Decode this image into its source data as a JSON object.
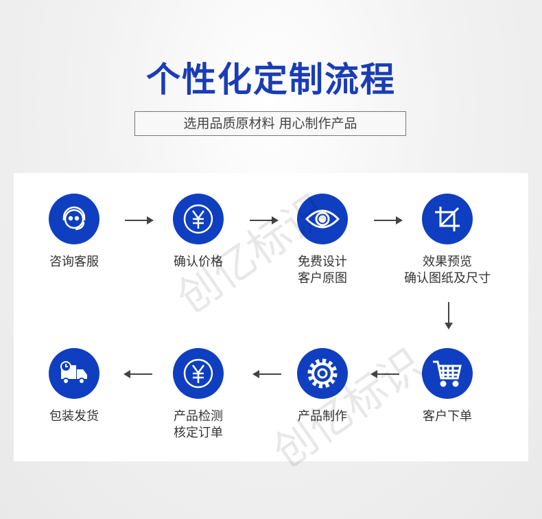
{
  "title": "个性化定制流程",
  "subtitle": "选用品质原材料 用心制作产品",
  "watermark": "创亿标识",
  "accent": "#0f3fc0",
  "steps": [
    {
      "icon": "headset-icon",
      "line1": "咨询客服",
      "line2": ""
    },
    {
      "icon": "yen-icon",
      "line1": "确认价格",
      "line2": ""
    },
    {
      "icon": "eye-icon",
      "line1": "免费设计",
      "line2": "客户原图"
    },
    {
      "icon": "crop-icon",
      "line1": "效果预览",
      "line2": "确认图纸及尺寸"
    },
    {
      "icon": "cart-icon",
      "line1": "客户下单",
      "line2": ""
    },
    {
      "icon": "gear-icon",
      "line1": "产品制作",
      "line2": ""
    },
    {
      "icon": "yen-icon",
      "line1": "产品检测",
      "line2": "核定订单"
    },
    {
      "icon": "truck-icon",
      "line1": "包装发货",
      "line2": ""
    }
  ]
}
